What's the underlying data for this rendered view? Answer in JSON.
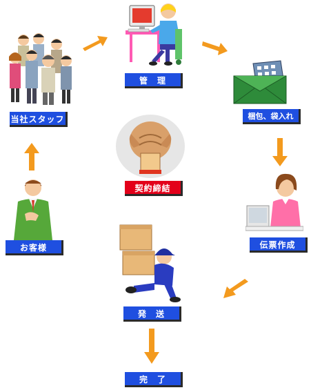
{
  "diagram": {
    "steps": {
      "staff": "当社スタッフ",
      "kanri": "管　理",
      "packing": "梱包、袋入れ",
      "contract": "契約締結",
      "customer": "お客様",
      "invoice": "伝票作成",
      "shipping": "発　送",
      "complete": "完　了"
    },
    "colors": {
      "label_blue": "#1f4fe0",
      "label_red": "#e3001a",
      "arrow_orange": "#f39a1e",
      "label_shadow": "#2a2a2a"
    },
    "illustrations": {
      "staff": "staff-group-illustration",
      "kanri": "computer-operator-illustration",
      "packing": "envelope-package-illustration",
      "contract": "seal-stamp-illustration",
      "customer": "customer-man-illustration",
      "invoice": "office-woman-illustration",
      "shipping": "delivery-man-illustration"
    }
  }
}
